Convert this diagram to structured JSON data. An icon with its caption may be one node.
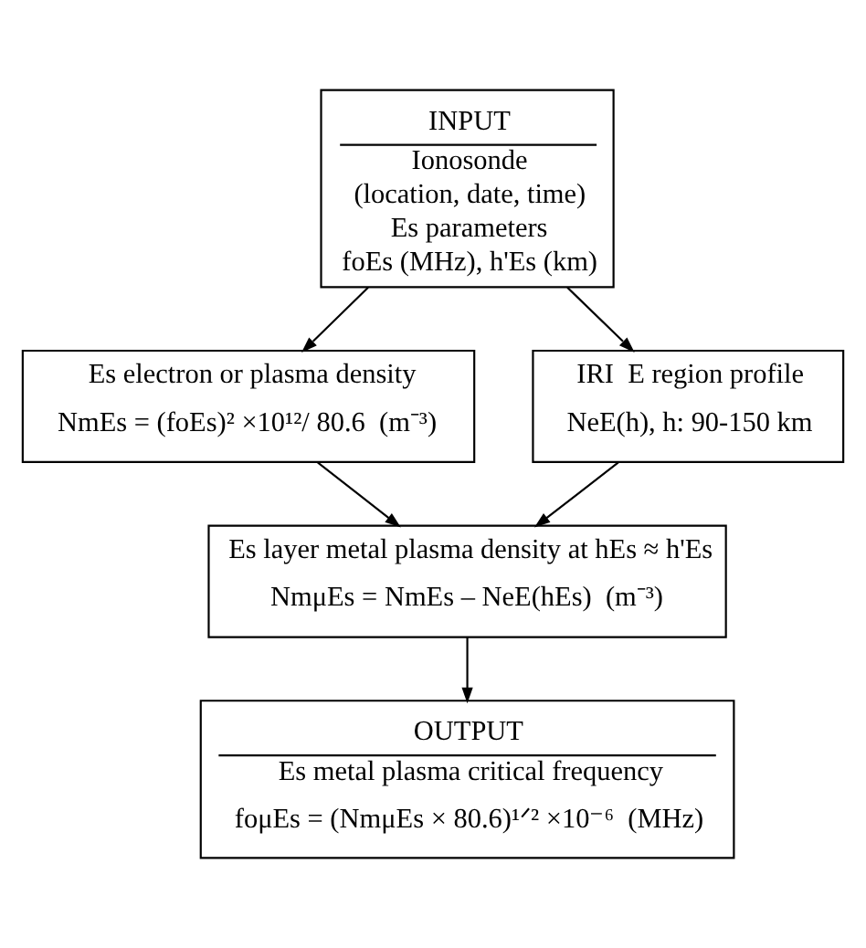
{
  "diagram": {
    "nodes": [
      {
        "text": [
          "INPUT",
          "Ionosonde",
          "(location, date, time)",
          "Es parameters",
          "foEs (MHz), h'Es (km)"
        ]
      },
      {
        "text": [
          "Es electron or plasma density",
          "NmEs = (foEs)² ×10¹²/ 80.6  (m⁻³)"
        ]
      },
      {
        "text": [
          "IRI  E region profile",
          "NeE(h), h: 90-150 km"
        ]
      },
      {
        "text": [
          "Es layer metal plasma density at hEs ≈ h'Es",
          "NmμEs = NmEs – NeE(hEs)  (m⁻³)"
        ]
      },
      {
        "text": [
          "OUTPUT",
          "Es metal plasma critical frequency",
          "foμEs = (NmμEs × 80.6)¹ᐟ² ×10⁻⁶  (MHz)"
        ]
      }
    ],
    "edges": [
      {
        "from": 0,
        "to": 1,
        "arrow": "to"
      },
      {
        "from": 0,
        "to": 2,
        "arrow": "to"
      },
      {
        "from": 1,
        "to": 3,
        "arrow": "to"
      },
      {
        "from": 2,
        "to": 3,
        "arrow": "to"
      },
      {
        "from": 3,
        "to": 4,
        "arrow": "to"
      }
    ]
  }
}
